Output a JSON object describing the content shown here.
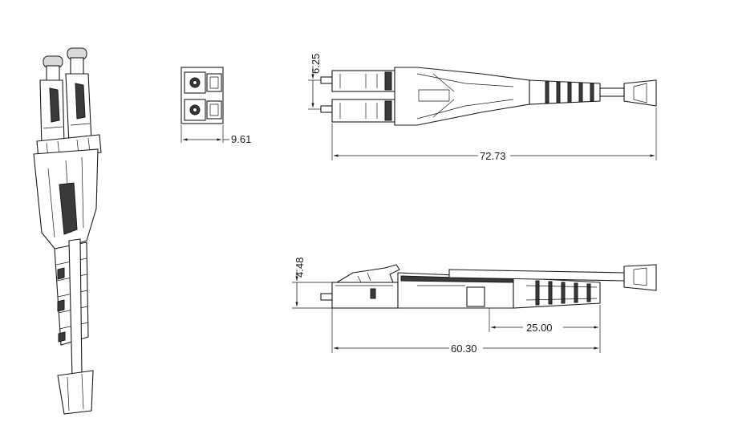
{
  "dimensions": {
    "adapter_width": "9.61",
    "pitch": "6.25",
    "overall_length_top": "72.73",
    "height": "4.48",
    "boot_length": "25.00",
    "overall_length_side": "60.30"
  }
}
